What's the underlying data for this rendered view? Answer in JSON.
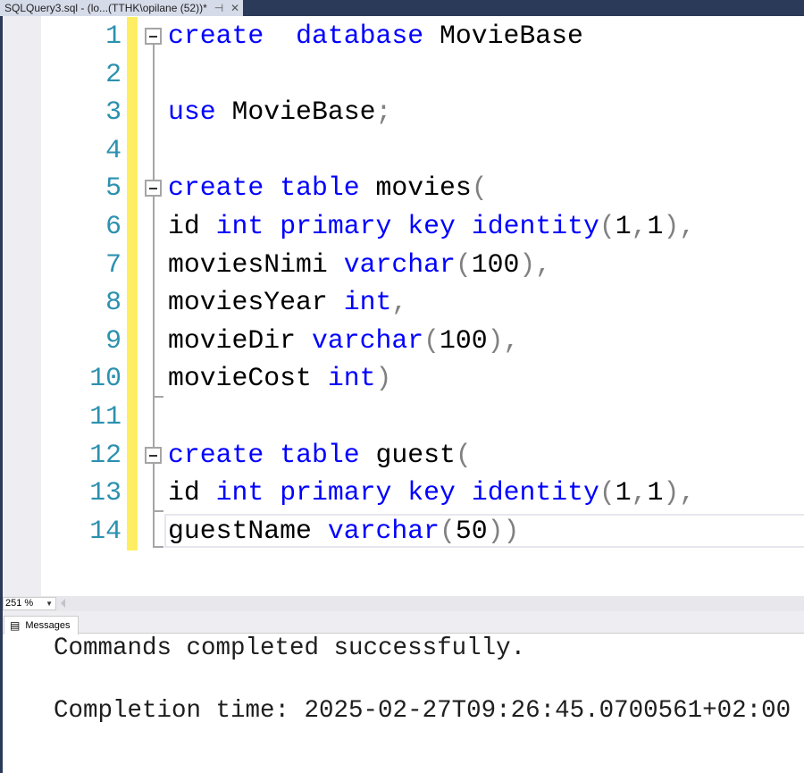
{
  "tab": {
    "title": "SQLQuery3.sql - (lo...(TTHK\\opilane (52))*",
    "pin_icon": "pin-icon",
    "close_icon": "close-icon"
  },
  "editor": {
    "lines": [
      {
        "n": "1",
        "tokens": [
          [
            "kw",
            "create"
          ],
          [
            "",
            "  "
          ],
          [
            "kw",
            "database"
          ],
          [
            "",
            " MovieBase"
          ]
        ]
      },
      {
        "n": "2",
        "tokens": []
      },
      {
        "n": "3",
        "tokens": [
          [
            "kw",
            "use"
          ],
          [
            "",
            " MovieBase"
          ],
          [
            "op",
            ";"
          ]
        ]
      },
      {
        "n": "4",
        "tokens": []
      },
      {
        "n": "5",
        "tokens": [
          [
            "kw",
            "create"
          ],
          [
            "",
            " "
          ],
          [
            "kw",
            "table"
          ],
          [
            "",
            " movies"
          ],
          [
            "op",
            "("
          ]
        ]
      },
      {
        "n": "6",
        "tokens": [
          [
            "",
            "id "
          ],
          [
            "kw",
            "int"
          ],
          [
            "",
            " "
          ],
          [
            "kw",
            "primary"
          ],
          [
            "",
            " "
          ],
          [
            "kw",
            "key"
          ],
          [
            "",
            " "
          ],
          [
            "kw",
            "identity"
          ],
          [
            "op",
            "("
          ],
          [
            "",
            "1"
          ],
          [
            "op",
            ","
          ],
          [
            "",
            "1"
          ],
          [
            "op",
            "),"
          ]
        ]
      },
      {
        "n": "7",
        "tokens": [
          [
            "",
            "moviesNimi "
          ],
          [
            "kw",
            "varchar"
          ],
          [
            "op",
            "("
          ],
          [
            "",
            "100"
          ],
          [
            "op",
            "),"
          ]
        ]
      },
      {
        "n": "8",
        "tokens": [
          [
            "",
            "moviesYear "
          ],
          [
            "kw",
            "int"
          ],
          [
            "op",
            ","
          ]
        ]
      },
      {
        "n": "9",
        "tokens": [
          [
            "",
            "movieDir "
          ],
          [
            "kw",
            "varchar"
          ],
          [
            "op",
            "("
          ],
          [
            "",
            "100"
          ],
          [
            "op",
            "),"
          ]
        ]
      },
      {
        "n": "10",
        "tokens": [
          [
            "",
            "movieCost "
          ],
          [
            "kw",
            "int"
          ],
          [
            "op",
            ")"
          ]
        ]
      },
      {
        "n": "11",
        "tokens": []
      },
      {
        "n": "12",
        "tokens": [
          [
            "kw",
            "create"
          ],
          [
            "",
            " "
          ],
          [
            "kw",
            "table"
          ],
          [
            "",
            " guest"
          ],
          [
            "op",
            "("
          ]
        ]
      },
      {
        "n": "13",
        "tokens": [
          [
            "",
            "id "
          ],
          [
            "kw",
            "int"
          ],
          [
            "",
            " "
          ],
          [
            "kw",
            "primary"
          ],
          [
            "",
            " "
          ],
          [
            "kw",
            "key"
          ],
          [
            "",
            " "
          ],
          [
            "kw",
            "identity"
          ],
          [
            "op",
            "("
          ],
          [
            "",
            "1"
          ],
          [
            "op",
            ","
          ],
          [
            "",
            "1"
          ],
          [
            "op",
            "),"
          ]
        ]
      },
      {
        "n": "14",
        "tokens": [
          [
            "",
            "guestName "
          ],
          [
            "kw",
            "varchar"
          ],
          [
            "op",
            "("
          ],
          [
            "",
            "50"
          ],
          [
            "op",
            "))"
          ]
        ]
      }
    ]
  },
  "zoom": {
    "value": "251 %"
  },
  "results": {
    "tab_label": "Messages",
    "lines": [
      "Commands completed successfully.",
      "",
      "Completion time: 2025-02-27T09:26:45.0700561+02:00"
    ]
  }
}
